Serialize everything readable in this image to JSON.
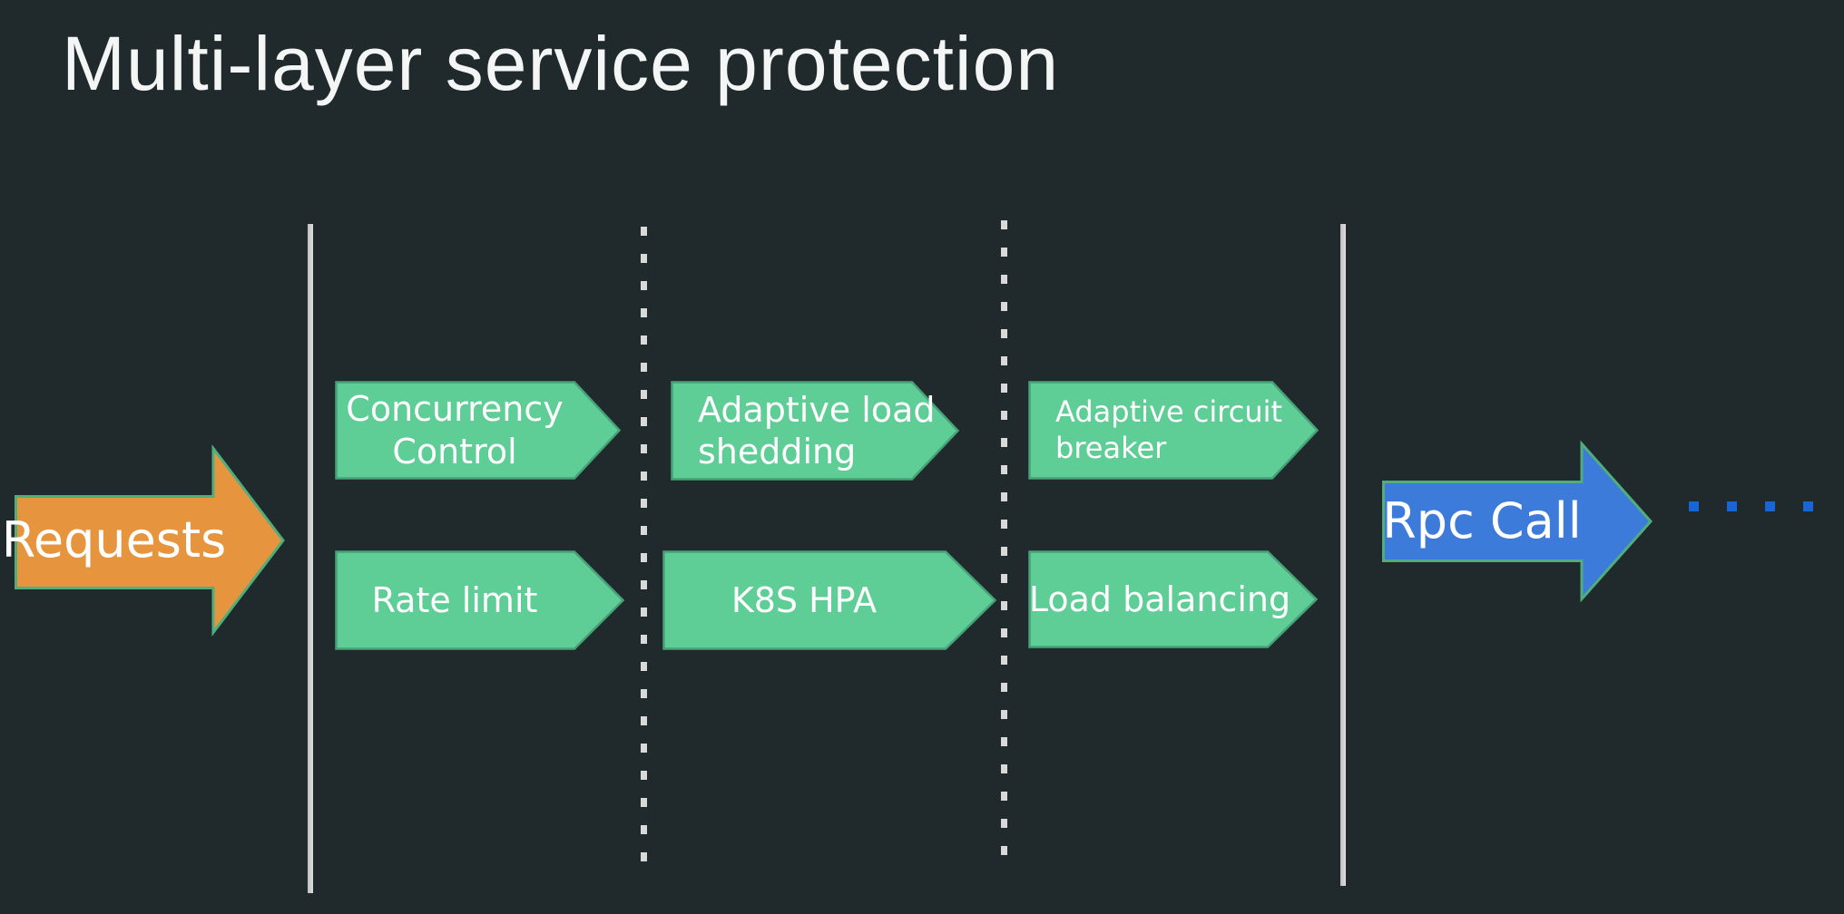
{
  "slide": {
    "title": "Multi-layer service protection"
  },
  "diagram": {
    "input_arrow": {
      "label": "Requests"
    },
    "output_arrow": {
      "label": "Rpc Call"
    },
    "layers": [
      {
        "boxes": [
          {
            "label": "Concurrency\nControl"
          },
          {
            "label": "Rate limit"
          }
        ]
      },
      {
        "boxes": [
          {
            "label": "Adaptive load\nshedding"
          },
          {
            "label": "K8S HPA"
          }
        ]
      },
      {
        "boxes": [
          {
            "label": "Adaptive circuit\nbreaker"
          },
          {
            "label": "Load balancing"
          }
        ]
      }
    ]
  },
  "colors": {
    "background": "#20292b",
    "box_fill": "#5fcd96",
    "box_border": "#47a277",
    "input_arrow_fill": "#e6953e",
    "output_arrow_fill": "#3d7bdb",
    "arrow_border": "#4fae7c",
    "separator_line": "#cccccc",
    "dotted_separator": "#d9d9d9",
    "ellipsis_dots": "#1766d1",
    "text": "#ffffff"
  }
}
